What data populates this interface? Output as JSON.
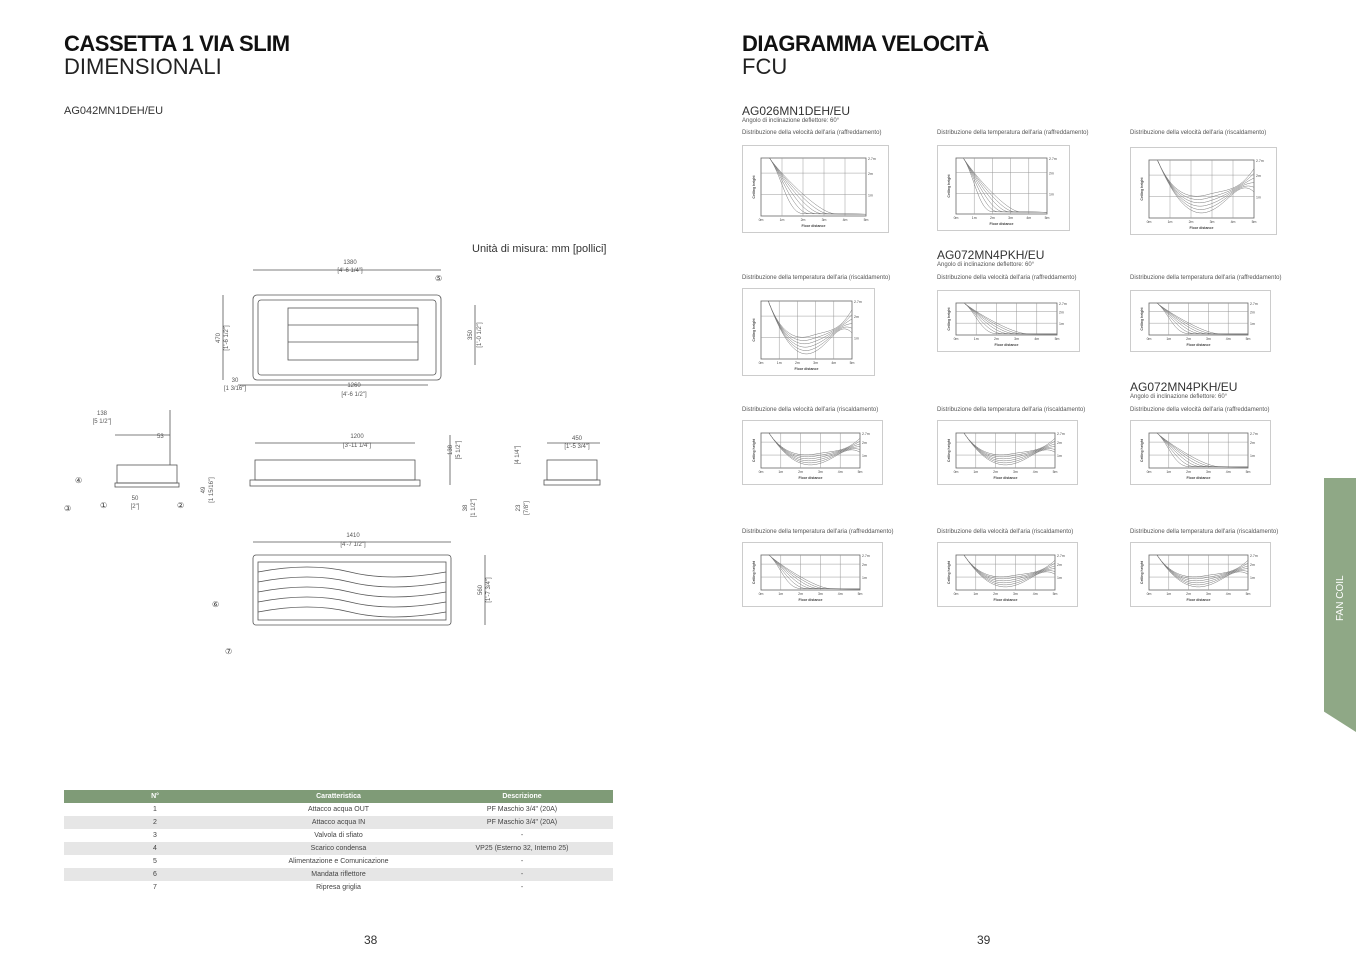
{
  "left": {
    "title": "CASSETTA 1 VIA SLIM",
    "subtitle": "DIMENSIONALI",
    "model": "AG042MN1DEH/EU",
    "unit_note": "Unità di misura: mm [pollici]",
    "dimensions": {
      "top_width": "1380",
      "top_width_in": "[4'-6 1/4\"]",
      "depth": "470",
      "depth_in": "[1'-6 1/2\"]",
      "inner_depth": "350",
      "inner_depth_in": "[1'-0 1/2\"]",
      "offset": "30",
      "offset_in": "[1 3/16\"]",
      "inner_width": "1260",
      "inner_width_in": "[4'-6 1/2\"]",
      "side_a": "138",
      "side_a_in": "[5 1/2\"]",
      "side_b": "53",
      "side_c": "50",
      "side_c_in": "[2\"]",
      "side_h": "49",
      "side_h_in": "[1 15/16\"]",
      "front_width": "1200",
      "front_width_in": "[3'-11 1/4\"]",
      "front_h": "138",
      "front_h_in": "[5 1/2\"]",
      "front_b": "38",
      "front_b_in": "[1 1/2\"]",
      "right_w": "450",
      "right_w_in": "[1'-5 3/4\"]",
      "right_h": "[4 1/4\"]",
      "right_b": "23",
      "right_b_in": "[7/8\"]",
      "grille_w": "1410",
      "grille_w_in": "[4'-7 1/2\"]",
      "grille_d": "560",
      "grille_d_in": "[1'-7 3/4\"]"
    },
    "callouts": [
      "①",
      "②",
      "③",
      "④",
      "⑤",
      "⑥",
      "⑦"
    ],
    "table": {
      "headers": [
        "N°",
        "Caratteristica",
        "Descrizione"
      ],
      "rows": [
        [
          "1",
          "Attacco acqua OUT",
          "PF Maschio 3/4\" (20A)"
        ],
        [
          "2",
          "Attacco acqua IN",
          "PF Maschio 3/4\" (20A)"
        ],
        [
          "3",
          "Valvola di sfiato",
          "-"
        ],
        [
          "4",
          "Scarico condensa",
          "VP25 (Esterno 32, Interno 25)"
        ],
        [
          "5",
          "Alimentazione e Comunicazione",
          "-"
        ],
        [
          "6",
          "Mandata riflettore",
          "-"
        ],
        [
          "7",
          "Ripresa griglia",
          "-"
        ]
      ]
    },
    "page_number": "38"
  },
  "right": {
    "title": "DIAGRAMMA VELOCITÀ",
    "subtitle": "FCU",
    "groups": [
      {
        "model": "AG026MN1DEH/EU",
        "angle": "Angolo di inclinazione deflettore: 60°"
      },
      {
        "model": "AG072MN4PKH/EU",
        "angle": "Angolo di inclinazione deflettore: 60°"
      },
      {
        "model": "AG072MN4PKH/EU",
        "angle": "Angolo di inclinazione deflettore: 60°"
      }
    ],
    "charts": [
      {
        "caption": "Distribuzione della velocità dell'aria (raffreddamento)",
        "mode": "cool"
      },
      {
        "caption": "Distribuzione della temperatura dell'aria (raffreddamento)",
        "mode": "cool"
      },
      {
        "caption": "Distribuzione della velocità dell'aria (riscaldamento)",
        "mode": "heat"
      },
      {
        "caption": "Distribuzione della temperatura dell'aria (riscaldamento)",
        "mode": "heat"
      },
      {
        "caption": "Distribuzione della velocità dell'aria (raffreddamento)",
        "mode": "cool"
      },
      {
        "caption": "Distribuzione della temperatura dell'aria (raffreddamento)",
        "mode": "cool"
      },
      {
        "caption": "Distribuzione della velocità dell'aria (riscaldamento)",
        "mode": "heat"
      },
      {
        "caption": "Distribuzione della temperatura dell'aria (riscaldamento)",
        "mode": "heat"
      },
      {
        "caption": "Distribuzione della velocità dell'aria (raffreddamento)",
        "mode": "cool"
      },
      {
        "caption": "Distribuzione della temperatura dell'aria (raffreddamento)",
        "mode": "cool"
      },
      {
        "caption": "Distribuzione della velocità dell'aria (riscaldamento)",
        "mode": "heat"
      },
      {
        "caption": "Distribuzione della temperatura dell'aria (riscaldamento)",
        "mode": "heat"
      }
    ],
    "axis": {
      "y_label": "Ceiling height",
      "x_label": "Floor distance",
      "x_ticks": [
        "0m",
        "1m",
        "2m",
        "3m",
        "4m",
        "5m"
      ],
      "y_ticks": [
        "2.7m",
        "2m",
        "1m"
      ]
    },
    "page_number": "39",
    "side_tab": "FAN COIL"
  },
  "colors": {
    "accent": "#7f9b77",
    "side": "#8fa886"
  }
}
